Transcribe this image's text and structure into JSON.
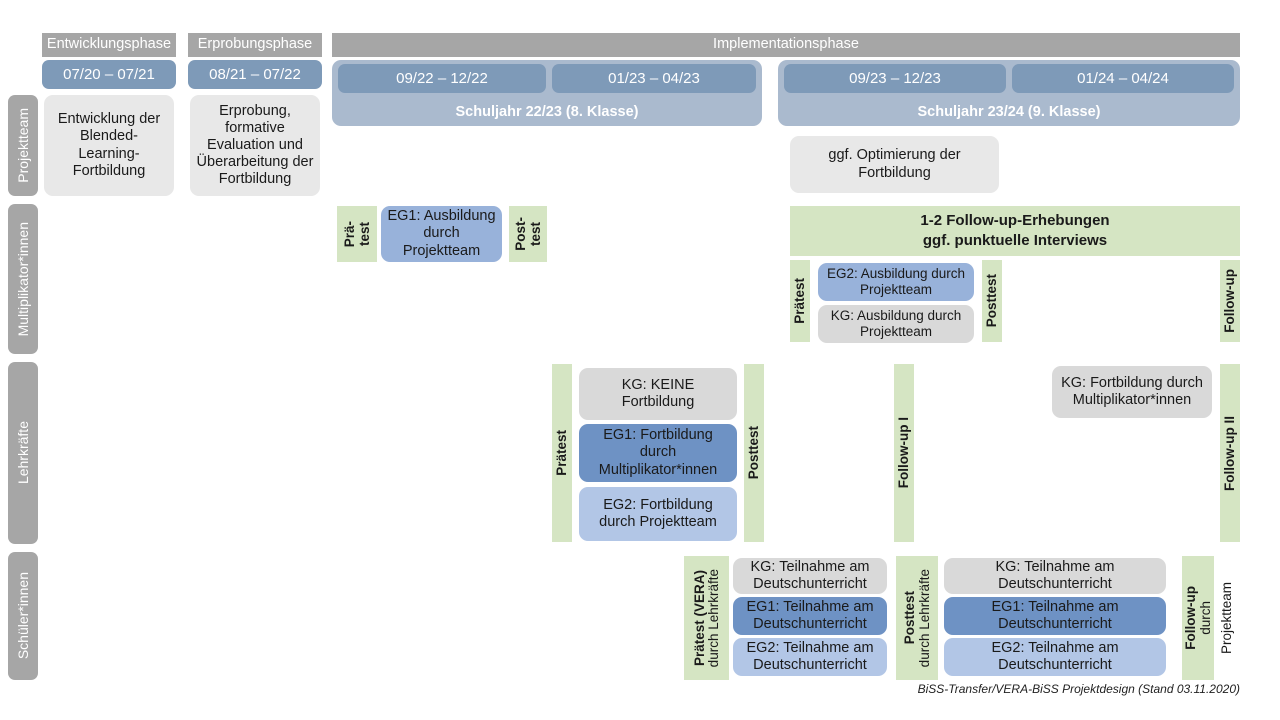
{
  "title": "BiSS-Transfer/VERA-BiSS Projektdesign",
  "footer": "BiSS-Transfer/VERA-BiSS Projektdesign (Stand 03.11.2020)",
  "colors": {
    "phase_bar": "#a6a6a6",
    "date_chip": "#7e9ab8",
    "schuljahr": "#aabace",
    "row_label": "#a6a6a6",
    "grey_box": "#e8e8e8",
    "grey_box_dark": "#d9d9d9",
    "blue_dark": "#6e92c4",
    "blue_mid": "#98b2da",
    "blue_light": "#b2c6e6",
    "green_strip": "#d5e5c3"
  },
  "phases": [
    {
      "label": "Entwicklungsphase"
    },
    {
      "label": "Erprobungsphase"
    },
    {
      "label": "Implementationsphase"
    }
  ],
  "date_chips": [
    {
      "label": "07/20 – 07/21"
    },
    {
      "label": "08/21 – 07/22"
    },
    {
      "label": "09/22 – 12/22"
    },
    {
      "label": "01/23 – 04/23"
    },
    {
      "label": "09/23 – 12/23"
    },
    {
      "label": "01/24 – 04/24"
    }
  ],
  "school_years": [
    {
      "label": "Schuljahr 22/23 (8. Klasse)"
    },
    {
      "label": "Schuljahr 23/24 (9. Klasse)"
    }
  ],
  "rows": [
    {
      "label": "Projektteam"
    },
    {
      "label": "Multiplikator*innen"
    },
    {
      "label": "Lehrkräfte"
    },
    {
      "label": "Schüler*innen"
    }
  ],
  "projektteam": {
    "entwicklung": "Entwicklung der Blended-Learning-Fortbildung",
    "erprobung": "Erprobung, formative Evaluation und Überarbeitung der Fortbildung",
    "optimierung": "ggf. Optimierung der Fortbildung"
  },
  "multiplikatoren": {
    "praetest_1_line1": "Prä-",
    "praetest_1_line2": "test",
    "eg1": "EG1: Ausbildung durch Projektteam",
    "posttest_1_line1": "Post-",
    "posttest_1_line2": "test",
    "followup_banner_line1": "1-2 Follow-up-Erhebungen",
    "followup_banner_line2": "ggf. punktuelle Interviews",
    "praetest_2": "Prätest",
    "eg2": "EG2: Ausbildung durch Projektteam",
    "kg": "KG: Ausbildung durch Projektteam",
    "posttest_2": "Posttest",
    "followup": "Follow-up"
  },
  "lehrkraefte": {
    "praetest": "Prätest",
    "kg_keine": "KG:  KEINE Fortbildung",
    "eg1": "EG1: Fortbildung durch Multiplikator*innen",
    "eg2": "EG2: Fortbildung durch Projektteam",
    "posttest": "Posttest",
    "followup_1": "Follow-up I",
    "kg_fortbildung": "KG: Fortbildung durch Multiplikator*innen",
    "followup_2": "Follow-up II"
  },
  "schuelerinnen": {
    "praetest_bold": "Prätest (VERA)",
    "praetest_reg": "durch Lehrkräfte",
    "posttest_bold": "Posttest",
    "posttest_reg": "durch Lehrkräfte",
    "followup_bold": "Follow-up",
    "followup_reg1": "durch",
    "followup_reg2": "Projektteam",
    "kg": "KG: Teilnahme am Deutschunterricht",
    "eg1": "EG1: Teilnahme am Deutschunterricht",
    "eg2": "EG2: Teilnahme am Deutschunterricht"
  }
}
